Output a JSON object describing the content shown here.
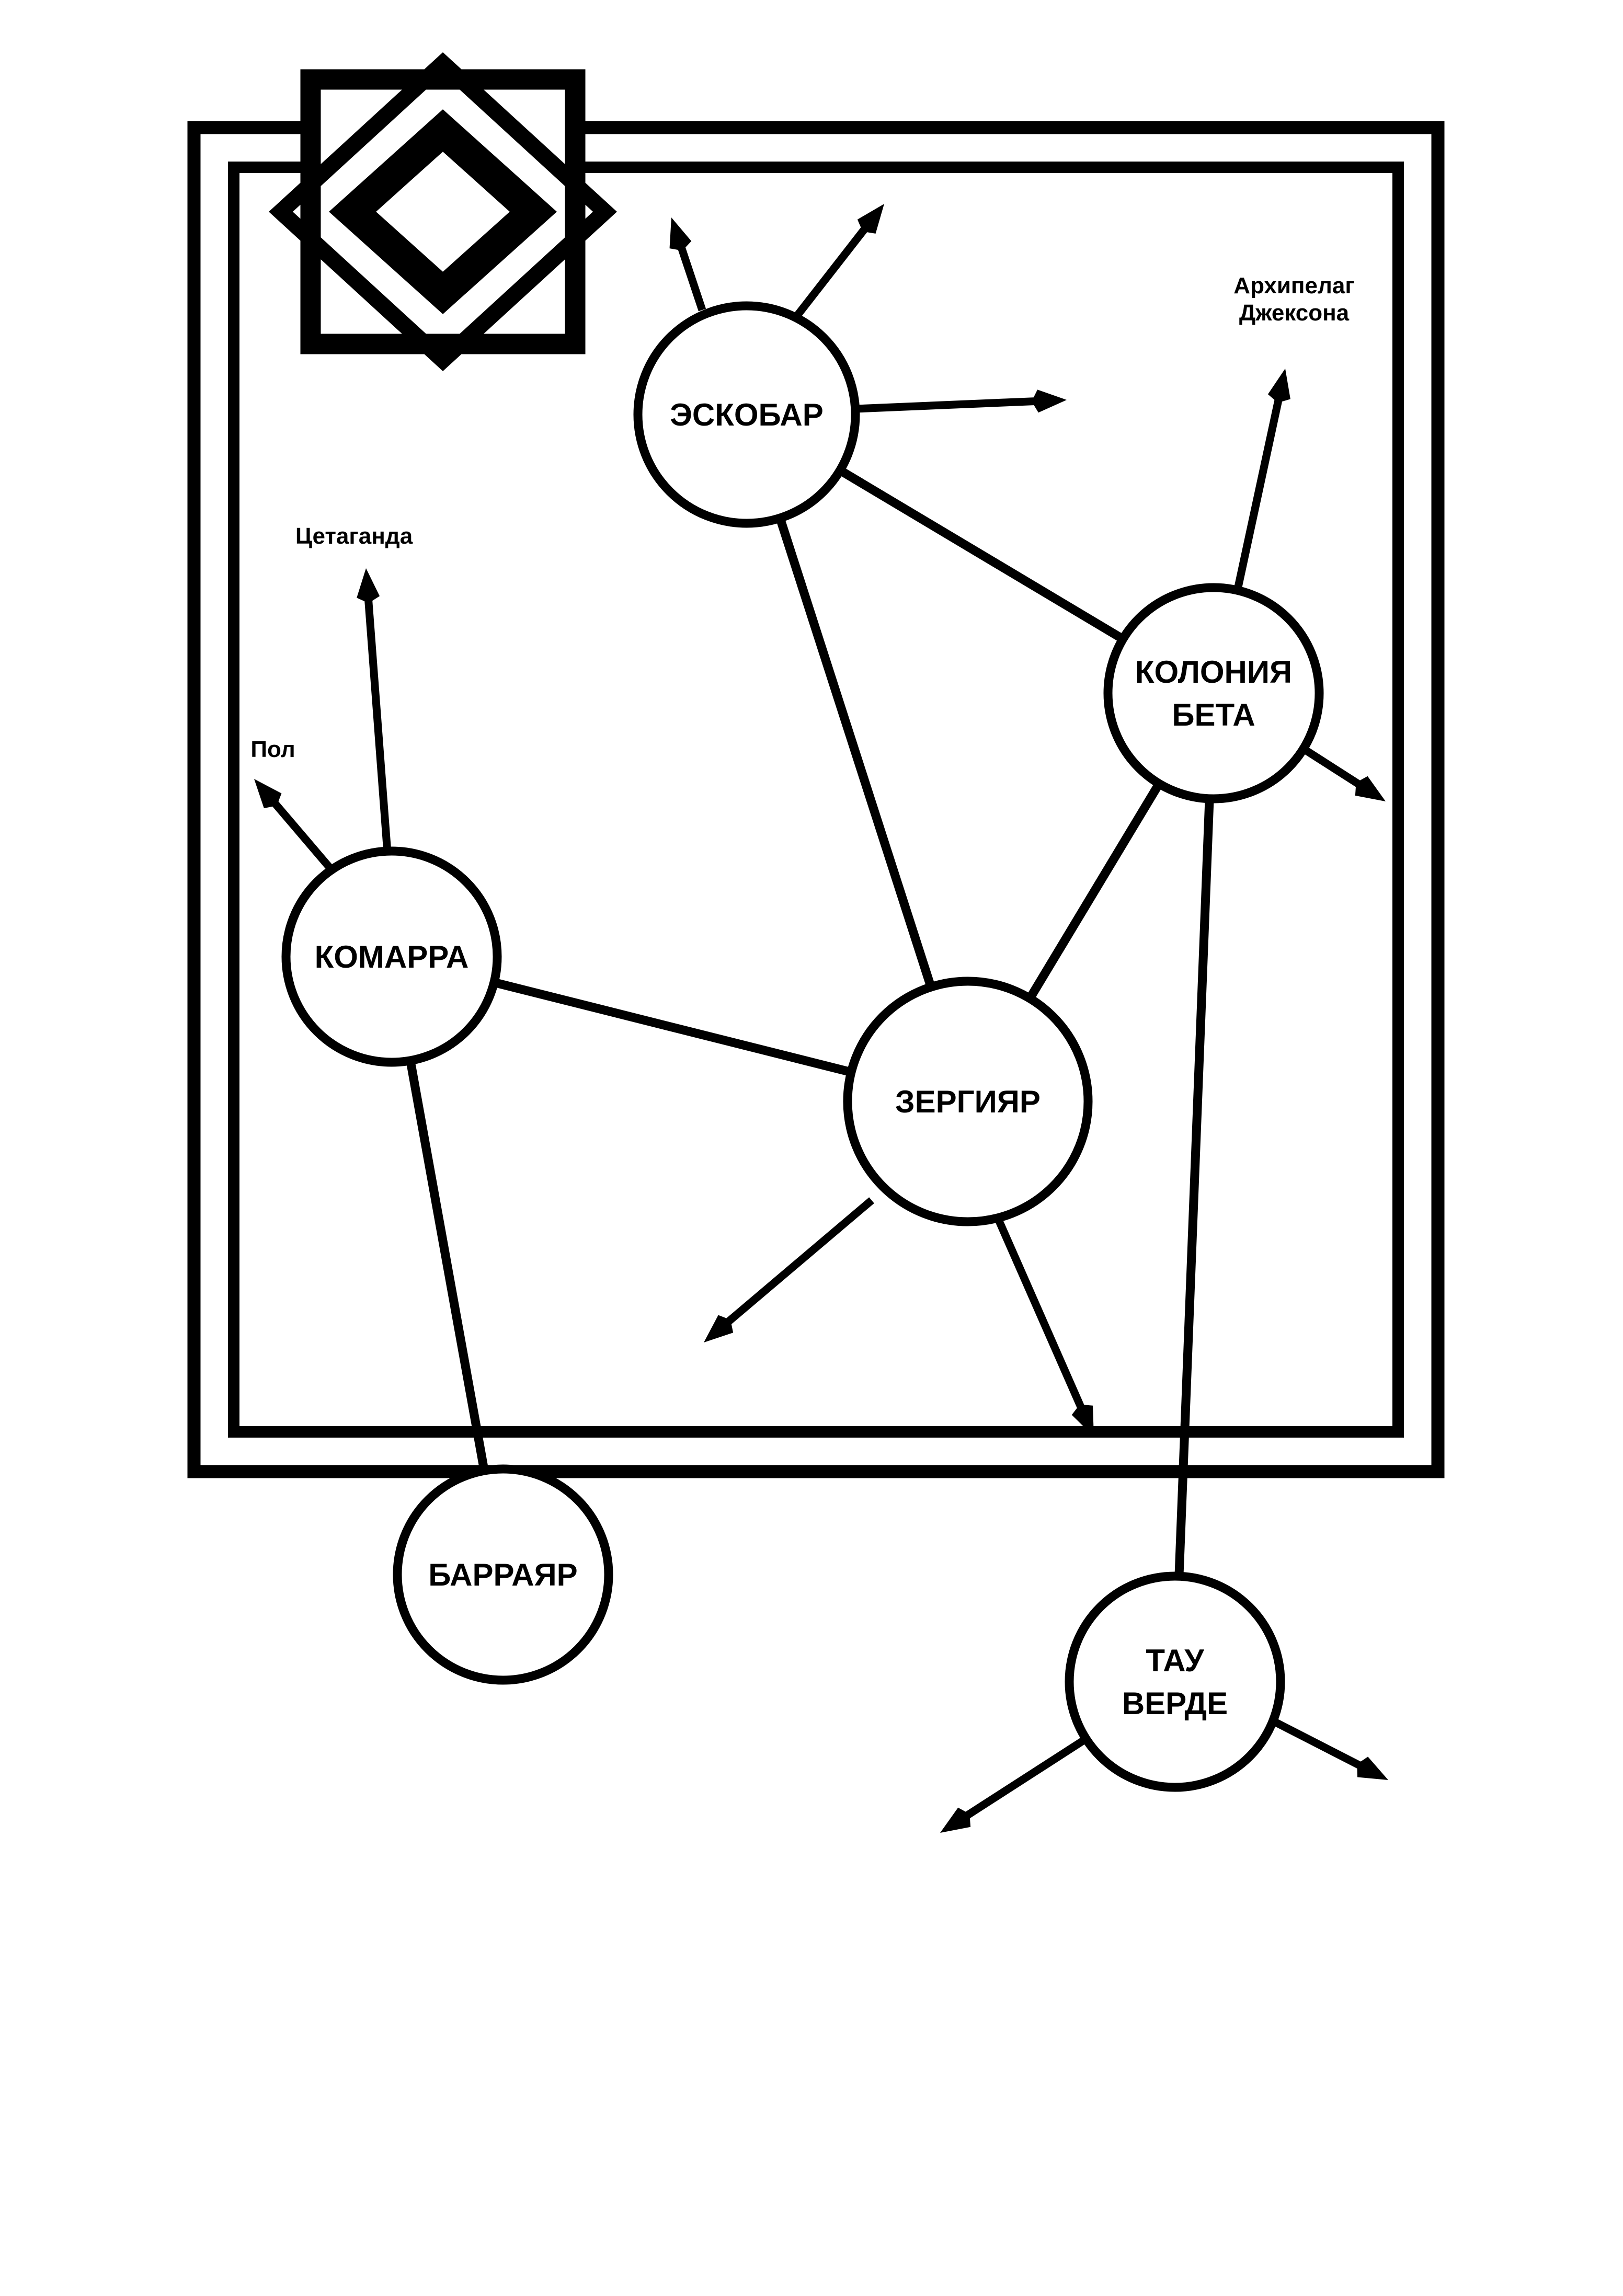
{
  "colors": {
    "ink": "#000000",
    "paper": "#ffffff"
  },
  "nodes": [
    {
      "id": "escobar",
      "lines": [
        "ЭСКОБАР"
      ]
    },
    {
      "id": "beta",
      "lines": [
        "КОЛОНИЯ",
        "БЕТА"
      ]
    },
    {
      "id": "komarr",
      "lines": [
        "КОМАРРА"
      ]
    },
    {
      "id": "sergyar",
      "lines": [
        "ЗЕРГИЯР"
      ]
    },
    {
      "id": "barrayar",
      "lines": [
        "БАРРАЯР"
      ]
    },
    {
      "id": "tau-verde",
      "lines": [
        "ТАУ",
        "ВЕРДЕ"
      ]
    }
  ],
  "connections": [
    [
      "escobar",
      "beta"
    ],
    [
      "escobar",
      "sergyar"
    ],
    [
      "beta",
      "sergyar"
    ],
    [
      "beta",
      "tau-verde"
    ],
    [
      "komarr",
      "sergyar"
    ],
    [
      "komarr",
      "barrayar"
    ]
  ],
  "external_routes": [
    {
      "from": "escobar",
      "label": []
    },
    {
      "from": "escobar",
      "label": []
    },
    {
      "from": "escobar",
      "label": []
    },
    {
      "from": "beta",
      "label": [
        "Архипелаг",
        "Джексона"
      ]
    },
    {
      "from": "beta",
      "label": []
    },
    {
      "from": "komarr",
      "label": [
        "Цетаганда"
      ]
    },
    {
      "from": "komarr",
      "label": [
        "Пол"
      ]
    },
    {
      "from": "sergyar",
      "label": []
    },
    {
      "from": "sergyar",
      "label": []
    },
    {
      "from": "tau-verde",
      "label": []
    },
    {
      "from": "tau-verde",
      "label": []
    }
  ],
  "emblem": "nested-diamond-emblem"
}
